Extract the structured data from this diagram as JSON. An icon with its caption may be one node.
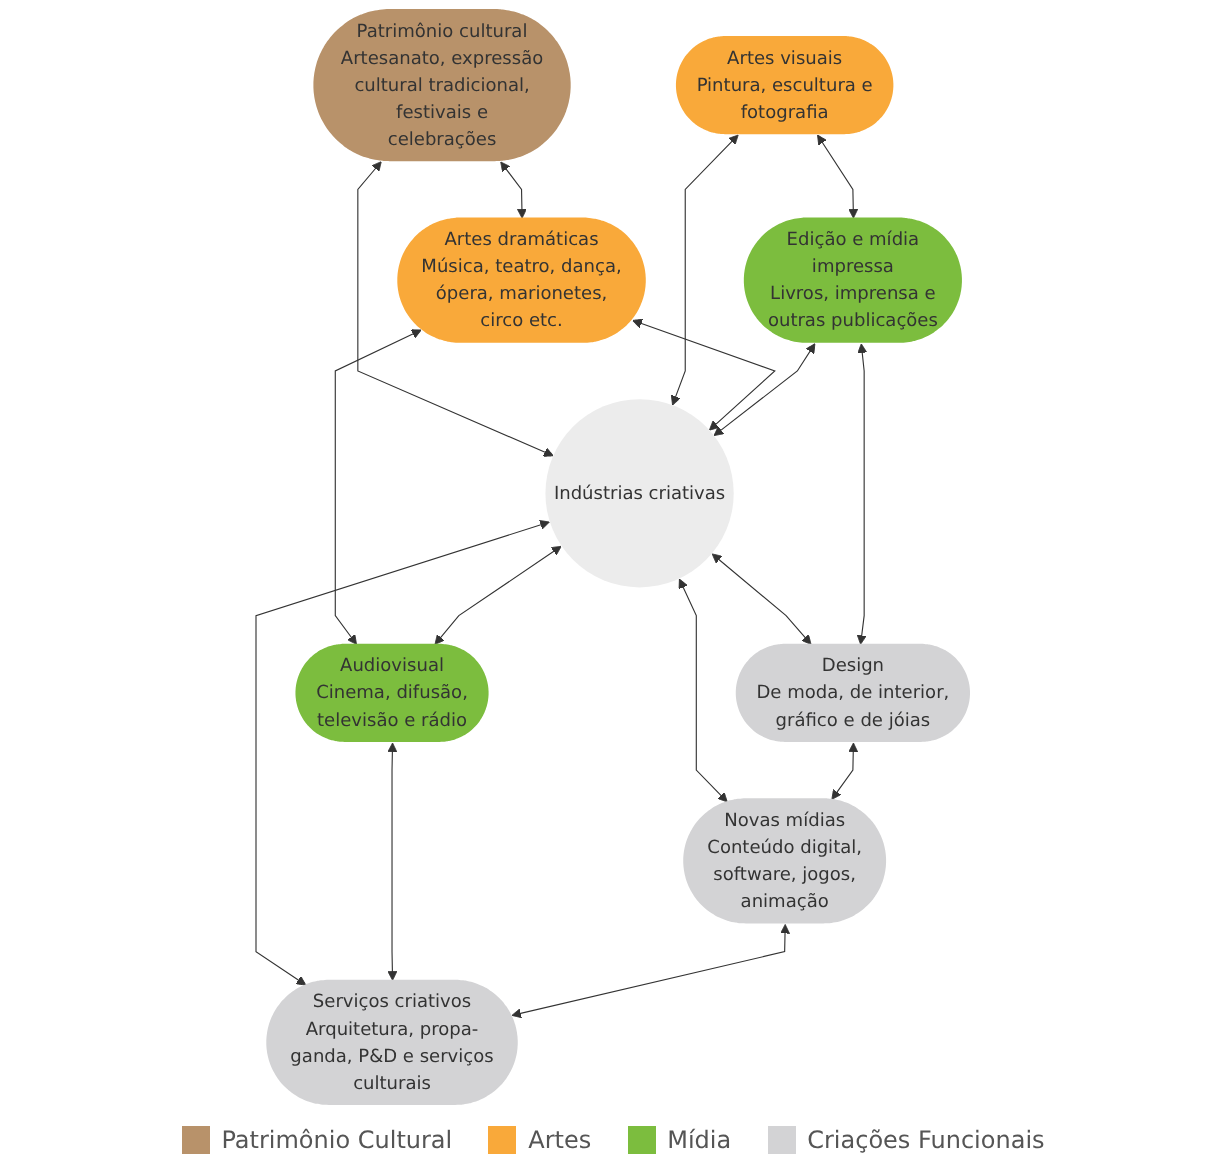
{
  "diagram": {
    "nodes": [
      {
        "text": [
          "Patrimônio cultural",
          "Artesanato, expressão cultural tradicional, festivais e celebrações"
        ]
      },
      {
        "text": [
          "Artes visuais",
          "Pintura, escultura e fotografia"
        ]
      },
      {
        "text": [
          "Artes dramáticas",
          "Música, teatro, dança, ópera, marionetes, circo etc."
        ]
      },
      {
        "text": [
          "Edição e mídia impressa",
          "Livros, imprensa e outras publicações"
        ]
      },
      {
        "text": [
          "Indústrias criativas"
        ]
      },
      {
        "text": [
          "Audiovisual",
          "Cinema, difusão, televisão e rádio"
        ]
      },
      {
        "text": [
          "Design",
          "De moda, de interior, gráfico e de jóias"
        ]
      },
      {
        "text": [
          "Novas mídias",
          "Conteúdo digital, software, jogos, animação"
        ]
      },
      {
        "text": [
          "Serviços criativos",
          "Arquitetura, propa- ganda, P&D e serviços culturais"
        ]
      }
    ],
    "edges": [
      {
        "from": 0,
        "to": 2,
        "arrow": "both"
      },
      {
        "from": 0,
        "to": 4,
        "arrow": "both"
      },
      {
        "from": 1,
        "to": 4,
        "arrow": "both"
      },
      {
        "from": 2,
        "to": 4,
        "arrow": "both"
      },
      {
        "from": 1,
        "to": 3,
        "arrow": "both"
      },
      {
        "from": 2,
        "to": 5,
        "arrow": "both"
      },
      {
        "from": 3,
        "to": 4,
        "arrow": "both"
      },
      {
        "from": 4,
        "to": 5,
        "arrow": "both"
      },
      {
        "from": 4,
        "to": 6,
        "arrow": "both"
      },
      {
        "from": 4,
        "to": 7,
        "arrow": "both"
      },
      {
        "from": 4,
        "to": 8,
        "arrow": "both"
      },
      {
        "from": 3,
        "to": 6,
        "arrow": "both"
      },
      {
        "from": 5,
        "to": 8,
        "arrow": "both"
      },
      {
        "from": 6,
        "to": 7,
        "arrow": "both"
      },
      {
        "from": 7,
        "to": 8,
        "arrow": "both"
      }
    ],
    "legend": [
      {
        "text": "Patrimônio Cultural",
        "color": "#b8926a"
      },
      {
        "text": "Artes",
        "color": "#f9a93a"
      },
      {
        "text": "Mídia",
        "color": "#7cbd3e"
      },
      {
        "text": "Criações Funcionais",
        "color": "#d3d3d5"
      }
    ]
  }
}
